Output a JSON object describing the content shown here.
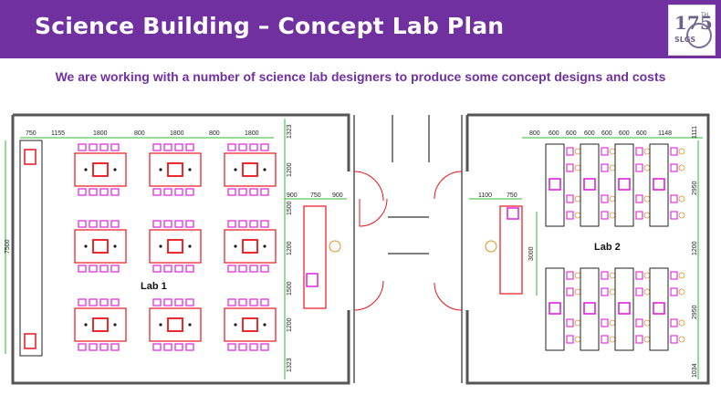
{
  "header": {
    "title": "Science Building – Concept Lab Plan",
    "logo_number": "175",
    "logo_suffix": "TH",
    "logo_text": "SLGS"
  },
  "subtitle": "We are working with a number of science lab designers to produce some concept designs and costs",
  "plan": {
    "lab1_label": "Lab 1",
    "lab2_label": "Lab 2",
    "dimensions": {
      "lab1_top": [
        "750",
        "1155",
        "1800",
        "800",
        "1800",
        "800",
        "1800"
      ],
      "lab1_height": "7500",
      "lab1_right": [
        "1323",
        "1200",
        "1500",
        "1200",
        "1500",
        "1200",
        "1323"
      ],
      "corridor_left": [
        "900",
        "750",
        "900"
      ],
      "corridor_right": [
        "1100",
        "750"
      ],
      "corridor_right_height": "3000",
      "lab2_top": [
        "800",
        "600",
        "600",
        "600",
        "600",
        "600",
        "600",
        "1148"
      ],
      "lab2_top_right": "1111",
      "lab2_right": [
        "2950",
        "1200",
        "2950",
        "1034"
      ]
    }
  },
  "colors": {
    "brand_purple": "#7030a0",
    "furniture_red": "#e8141c",
    "chair_magenta": "#e020e0",
    "dimension_green": "#2fb82f",
    "wall_gray": "#555555"
  }
}
